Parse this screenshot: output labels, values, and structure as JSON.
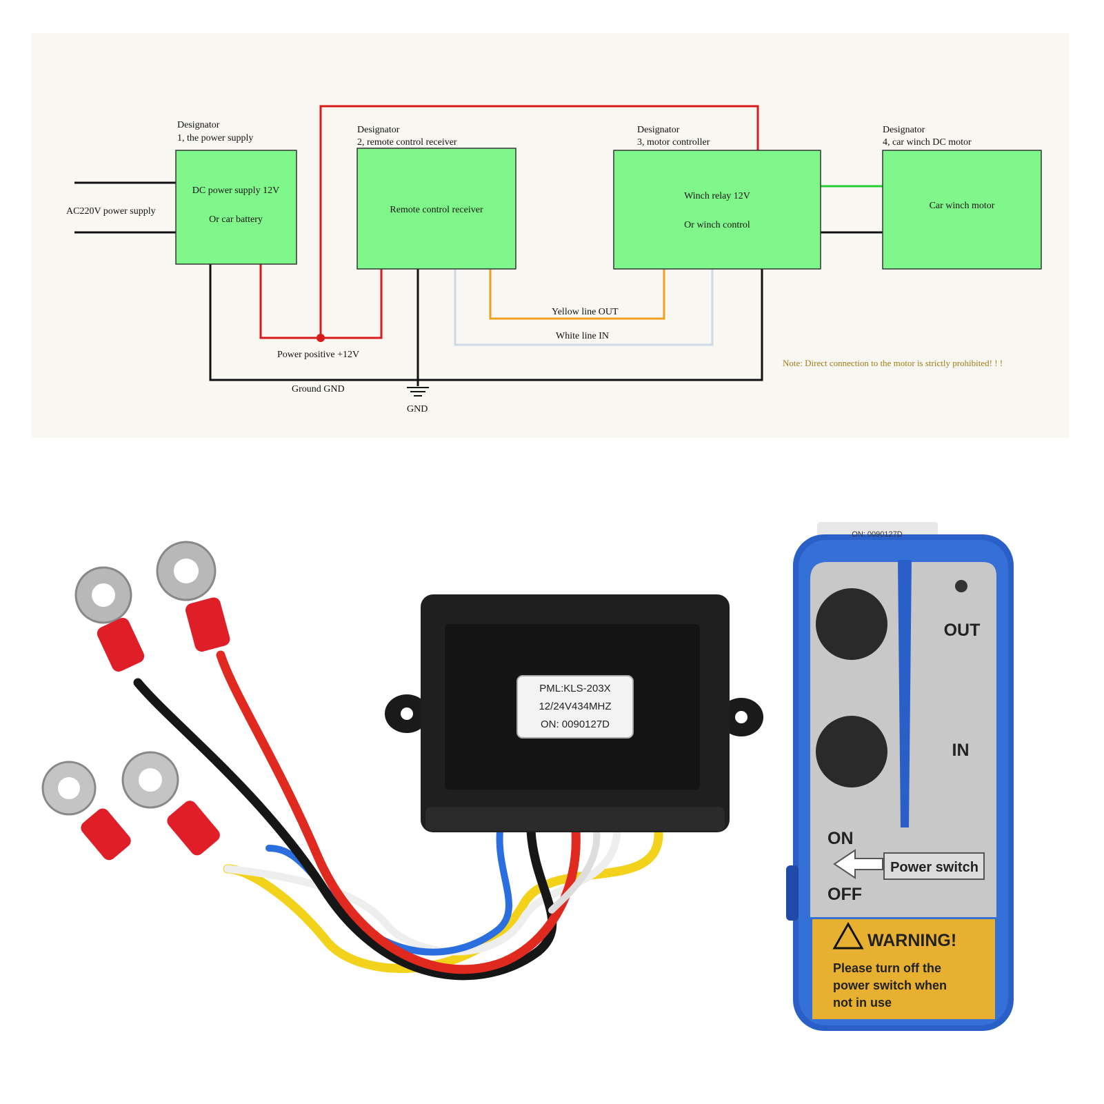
{
  "wiring_diagram": {
    "input_label": "AC220V power supply",
    "blocks": [
      {
        "designator": "Designator",
        "caption": "1, the power supply",
        "line1": "DC power supply 12V",
        "line2": "Or car battery"
      },
      {
        "designator": "Designator",
        "caption": "2, remote control receiver",
        "line1": "Remote control receiver",
        "line2": ""
      },
      {
        "designator": "Designator",
        "caption": "3, motor controller",
        "line1": "Winch relay 12V",
        "line2": "Or winch control"
      },
      {
        "designator": "Designator",
        "caption": "4, car winch DC motor",
        "line1": "Car winch motor",
        "line2": ""
      }
    ],
    "wire_labels": {
      "yellow": "Yellow line   OUT",
      "white": "White line   IN",
      "power_positive": "Power positive +12V",
      "ground": "Ground   GND",
      "gnd_symbol": "GND"
    },
    "note": "Note: Direct connection to the motor is strictly prohibited!  !  !",
    "colors": {
      "block_fill": "#80f78a",
      "red_wire": "#d81b1b",
      "black_wire": "#111111",
      "yellow_wire": "#f0a020",
      "white_wire": "#cfd8e6",
      "green_wire": "#22cc33",
      "note_text": "#a07a18"
    }
  },
  "receiver": {
    "label_lines": [
      "PML:KLS-203X",
      "12/24V434MHZ",
      "ON: 0090127D"
    ]
  },
  "remote": {
    "top_label": "ON: 0090127D",
    "out_label": "OUT",
    "in_label": "IN",
    "on_label": "ON",
    "off_label": "OFF",
    "power_switch_label": "Power switch",
    "warning_title": "WARNING!",
    "warning_lines": [
      "Please turn off the",
      "power switch when",
      "not  in use"
    ],
    "colors": {
      "body": "#2a5fc8",
      "face": "#c8c8c8",
      "warning": "#e8b030"
    }
  }
}
